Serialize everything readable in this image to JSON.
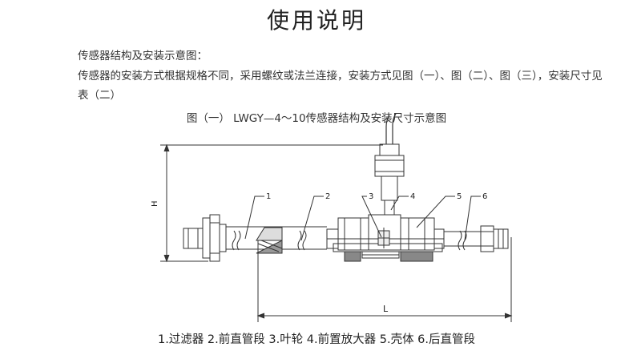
{
  "page": {
    "title": "使用说明",
    "paragraph_1": "传感器结构及安装示意图：",
    "paragraph_2": "传感器的安装方式根据规格不同，采用螺纹或法兰连接，安装方式见图（一）、图（二）、图（三），安装尺寸见表（二）"
  },
  "figure": {
    "caption": "图（一） LWGY—4～10传感器结构及安装尺寸示意图",
    "part_labels": [
      "1",
      "2",
      "3",
      "4",
      "5",
      "6"
    ],
    "dimension_h": "H",
    "dimension_l": "L",
    "legend": "1.过滤器 2.前直管段 3.叶轮 4.前置放大器 5.壳体 6.后直管段"
  }
}
